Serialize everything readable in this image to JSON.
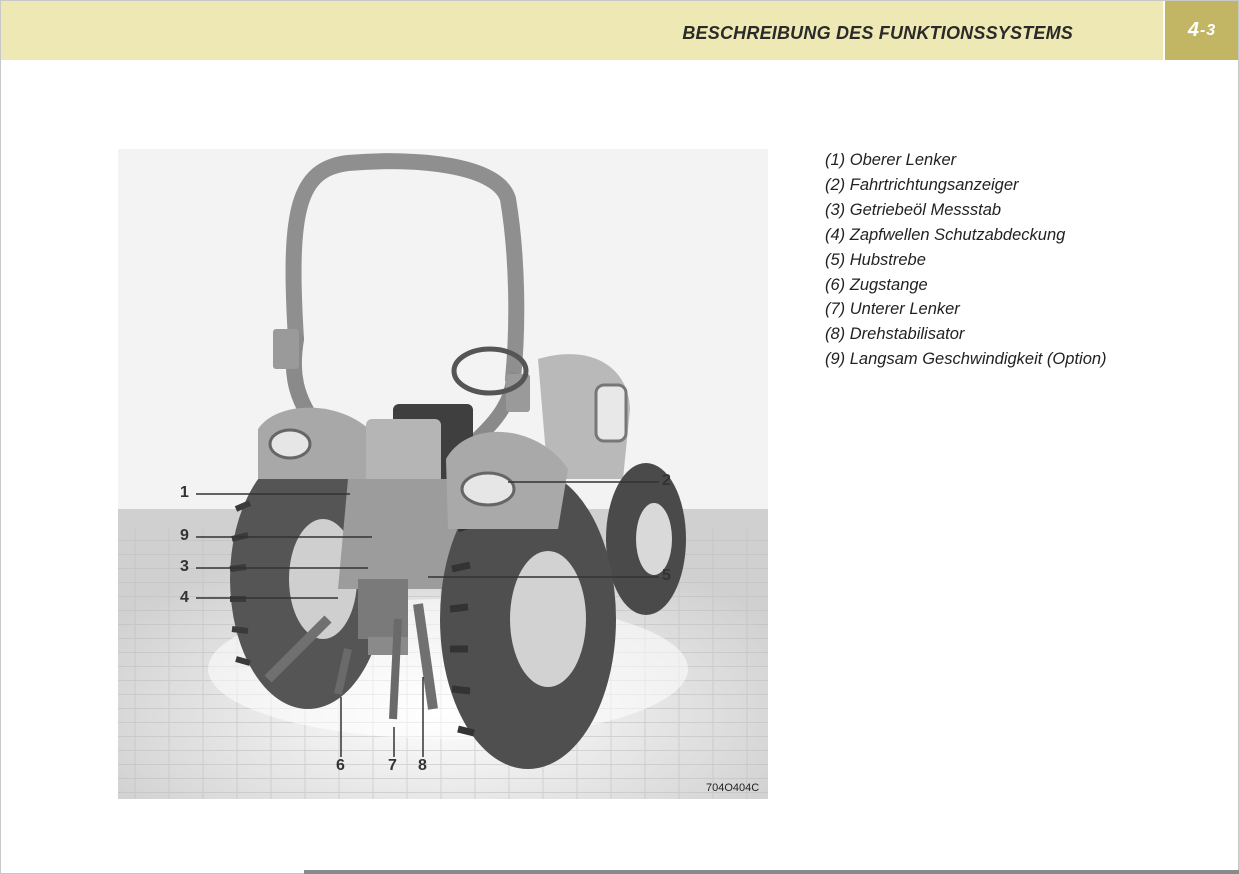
{
  "header": {
    "title": "BESCHREIBUNG DES FUNKTIONSSYSTEMS",
    "chapter": "4",
    "page": "3"
  },
  "figure": {
    "code": "704O404C",
    "callouts": [
      "1",
      "2",
      "3",
      "4",
      "5",
      "6",
      "7",
      "8",
      "9"
    ]
  },
  "legend": {
    "items": [
      "(1) Oberer Lenker",
      "(2) Fahrtrichtungsanzeiger",
      "(3) Getriebeöl Messstab",
      "(4) Zapfwellen Schutzabdeckung",
      "(5) Hubstrebe",
      "(6) Zugstange",
      "(7) Unterer Lenker",
      "(8) Drehstabilisator",
      "(9) Langsam Geschwindigkeit (Option)"
    ]
  },
  "colors": {
    "header_band": "#ede8b4",
    "page_box": "#c2b664"
  }
}
